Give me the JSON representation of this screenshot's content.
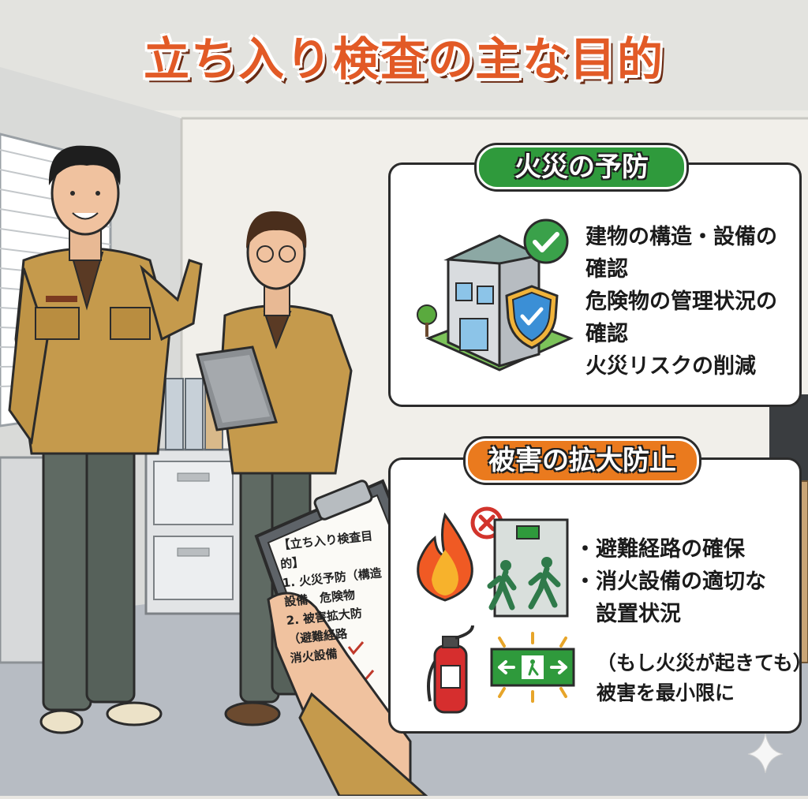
{
  "title": "立ち入り検査の主な目的",
  "sections": [
    {
      "heading": "火災の予防",
      "items": [
        "建物の構造・設備の",
        "確認",
        "危険物の管理状況の",
        "確認",
        "火災リスクの削減"
      ]
    },
    {
      "heading": "被害の拡大防止",
      "items": [
        "・避難経路の確保",
        "・消火設備の適切な",
        "　設置状況"
      ],
      "note": [
        "（もし火災が起きても）",
        "被害を最小限に"
      ]
    }
  ],
  "clipboard": {
    "lines": [
      "【立ち入り検査目的】",
      "1. 火災予防（構造",
      "設備、危険物",
      "2. 被害拡大防",
      "（避難経路",
      "消火設備"
    ]
  },
  "colors": {
    "title": "#e25a26",
    "section1": "#2f9a3c",
    "section2": "#ea7a1e",
    "jacket": "#c59a4c"
  },
  "icons": [
    "building-icon",
    "checkmark-icon",
    "shield-icon",
    "fire-icon",
    "no-icon",
    "exit-door-icon",
    "extinguisher-icon",
    "exit-sign-icon",
    "sparkle-icon"
  ]
}
